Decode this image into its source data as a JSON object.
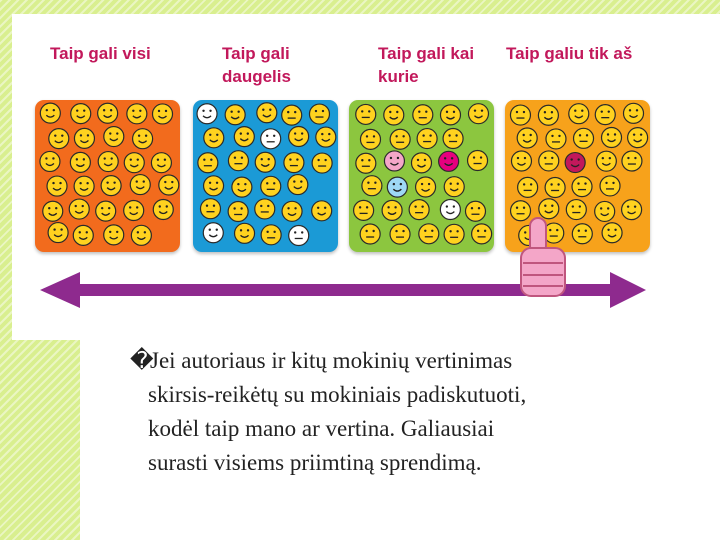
{
  "columns": [
    {
      "title": "Taip gali visi",
      "color": "#f26b1d"
    },
    {
      "title": "Taip gali daugelis",
      "color": "#1b9ad6"
    },
    {
      "title": "Taip gali kai kurie",
      "color": "#8cc63f"
    },
    {
      "title": "Taip galiu tik aš",
      "color": "#f7a21b"
    }
  ],
  "arrow_color": "#8e2a8e",
  "thumb_color": "#f4a6c8",
  "bullet": {
    "marker": "�",
    "lines": [
      "Jei autoriaus ir kitų mokinių vertinimas",
      "skirsis-reikėtų su mokiniais padiskutuoti,",
      "kodėl taip mano ar vertina. Galiausiai",
      "surasti visiems priimtiną sprendimą."
    ]
  }
}
